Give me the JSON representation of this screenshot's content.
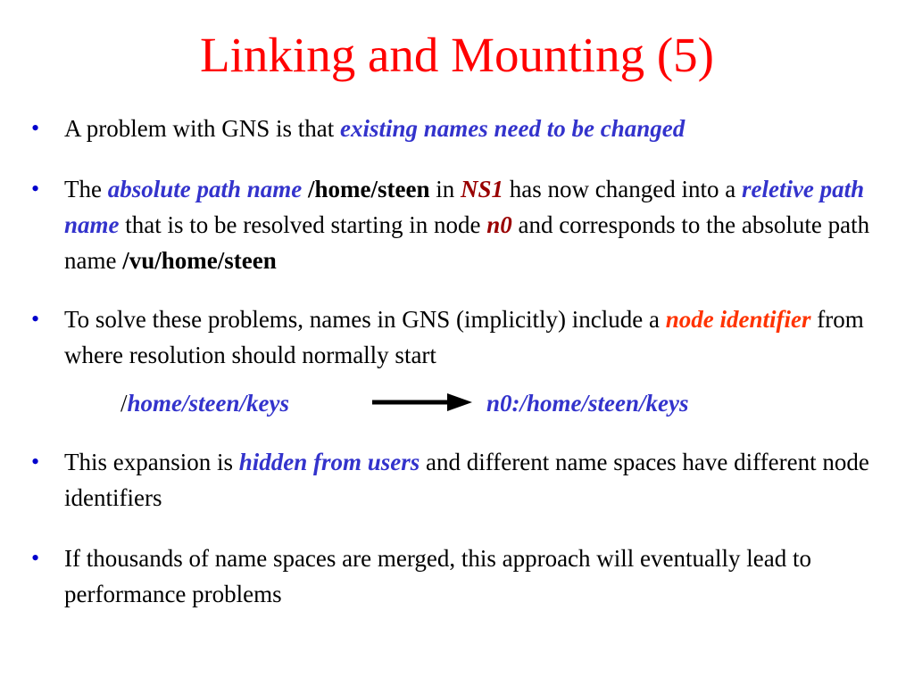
{
  "slide": {
    "title": "Linking and Mounting (5)",
    "colors": {
      "title": "#ff0000",
      "bullet": "#0000cc",
      "emphasis_blue": "#3333cc",
      "emphasis_orange": "#ff3300",
      "emphasis_darkred": "#990000"
    },
    "bullet_glyph": "•",
    "bullets": [
      {
        "text1": "A problem with GNS is that ",
        "emph1": "existing names need to be changed"
      },
      {
        "text1": "The ",
        "emph1": "absolute path name",
        "text2": " ",
        "bold1": "/home/steen",
        "text3": " in ",
        "emph2": "NS1",
        "text4": " has now changed into a ",
        "emph3": "reletive path name",
        "text5": " that is to be resolved starting in node ",
        "emph4": "n0",
        "text6": " and corresponds to the absolute path name ",
        "bold2": "/vu/home/steen"
      },
      {
        "text1": "To solve these problems, names in GNS (implicitly) include a ",
        "emph1": "node identifier",
        "text2": " from where resolution should normally start"
      },
      {
        "text1": "This expansion is ",
        "emph1": "hidden from users",
        "text2": " and different name spaces have different node identifiers"
      },
      {
        "text1": "If thousands of name spaces are merged, this approach will eventually lead to performance problems"
      }
    ],
    "expansion": {
      "slash": "/",
      "left": "home/steen/keys",
      "right": "n0:/home/steen/keys",
      "arrow_icon": "right-arrow-icon"
    }
  }
}
